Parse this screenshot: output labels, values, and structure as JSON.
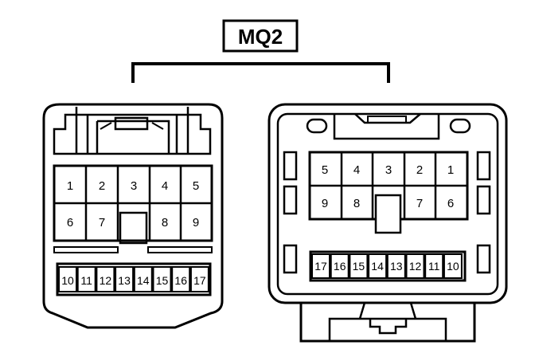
{
  "title": "MQ2",
  "connectors": [
    {
      "id": "left",
      "upper_row": [
        "1",
        "2",
        "3",
        "4",
        "5"
      ],
      "middle_row": [
        "6",
        "7",
        "8",
        "9"
      ],
      "lower_row": [
        "10",
        "11",
        "12",
        "13",
        "14",
        "15",
        "16",
        "17"
      ]
    },
    {
      "id": "right",
      "upper_row": [
        "5",
        "4",
        "3",
        "2",
        "1"
      ],
      "middle_row": [
        "9",
        "8",
        "7",
        "6"
      ],
      "lower_row": [
        "17",
        "16",
        "15",
        "14",
        "13",
        "12",
        "11",
        "10"
      ]
    }
  ]
}
